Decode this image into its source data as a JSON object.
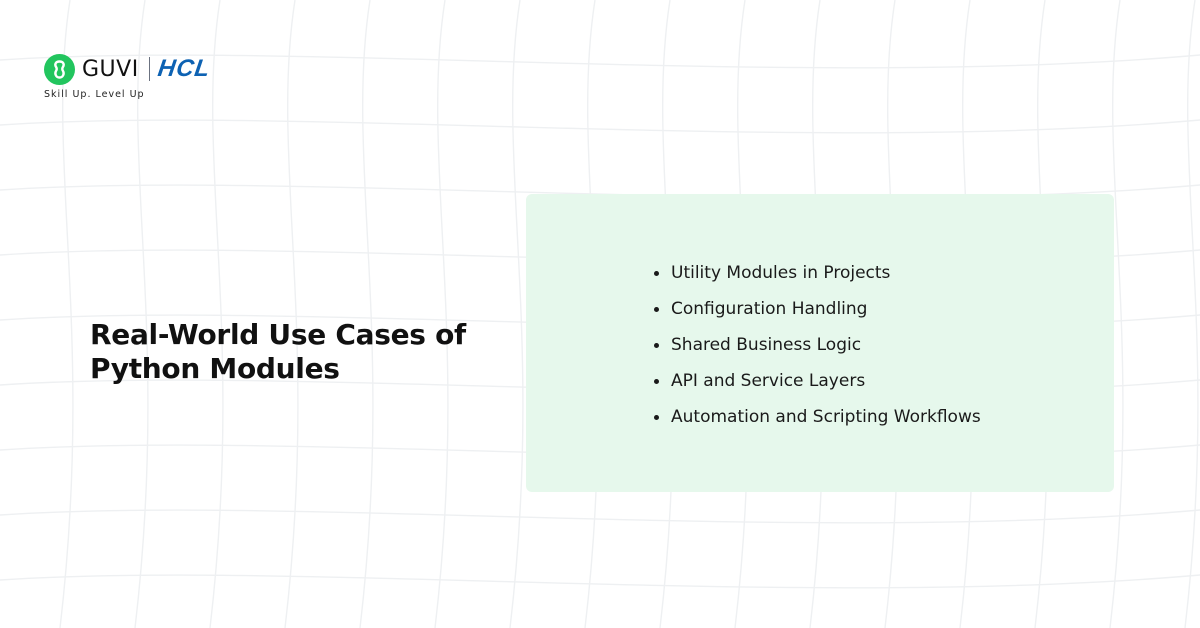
{
  "logo": {
    "brand": "GUVI",
    "partner": "HCL",
    "tagline": "Skill Up. Level Up",
    "brand_color": "#22c55e",
    "partner_color": "#0d62b3"
  },
  "title": "Real-World Use Cases of Python Modules",
  "card": {
    "background": "#e6f8ec",
    "items": [
      "Utility Modules in Projects",
      "Configuration Handling",
      "Shared Business Logic",
      "API and Service Layers",
      "Automation and Scripting Workflows"
    ]
  }
}
